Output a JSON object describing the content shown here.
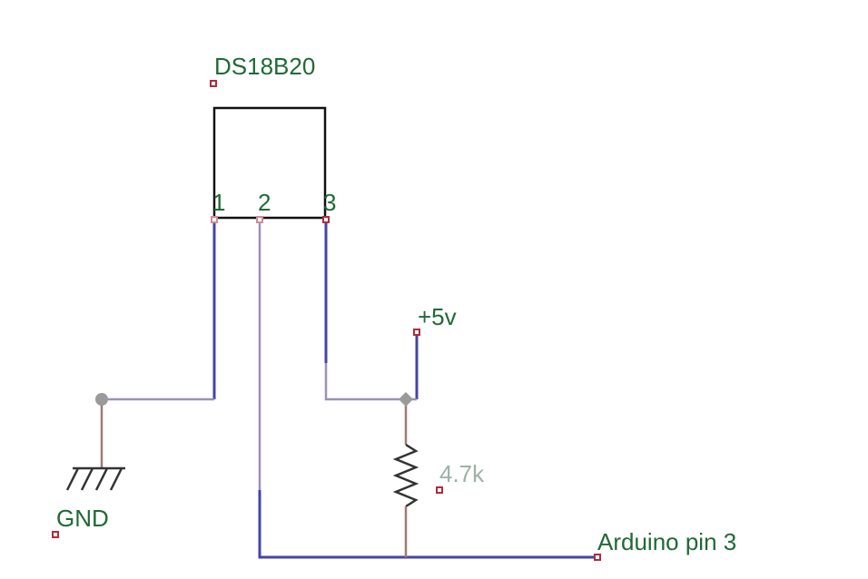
{
  "component": {
    "name": "DS18B20",
    "pins": [
      "1",
      "2",
      "3"
    ]
  },
  "labels": {
    "supply": "+5v",
    "ground": "GND",
    "resistor_value": "4.7k",
    "data_pin": "Arduino pin 3"
  },
  "colors": {
    "label_text": "#1f6a34",
    "label_faint": "#9ab3a6",
    "wire_blue": "#4444aa",
    "wire_mauve": "#9c90b8",
    "wire_brown": "#a07a74",
    "pin_marker": "#b22a3a",
    "junction": "#9a9a9a"
  },
  "icons": {
    "ground_symbol": "ground-icon",
    "resistor_symbol": "resistor-icon",
    "junction_dot": "junction-dot-icon",
    "pin_marker": "pin-marker-icon"
  }
}
